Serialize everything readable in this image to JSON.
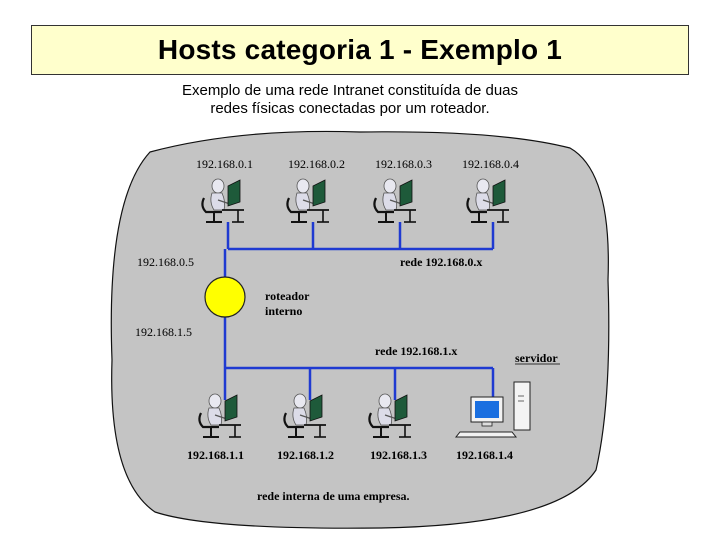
{
  "header": {
    "title": "Hosts categoria 1 - Exemplo 1",
    "subtitle_line1": "Exemplo de uma rede Intranet constituída de duas",
    "subtitle_line2": "redes físicas conectadas por um roteador."
  },
  "network_top": {
    "hosts": [
      "192.168.0.1",
      "192.168.0.2",
      "192.168.0.3",
      "192.168.0.4"
    ],
    "label": "rede 192.168.0.x"
  },
  "router": {
    "ip_top": "192.168.0.5",
    "ip_bottom": "192.168.1.5",
    "label_line1": "roteador",
    "label_line2": "interno"
  },
  "network_bottom": {
    "hosts": [
      "192.168.1.1",
      "192.168.1.2",
      "192.168.1.3",
      "192.168.1.4"
    ],
    "label": "rede 192.168.1.x",
    "server_label": "servidor"
  },
  "footer": "rede interna de uma empresa.",
  "colors": {
    "title_bg": "#ffffcc",
    "blob": "#c4c4c4",
    "network_line": "#1f3ad1",
    "router": "#ffff00",
    "monitor_screen": "#1a6fe0"
  }
}
